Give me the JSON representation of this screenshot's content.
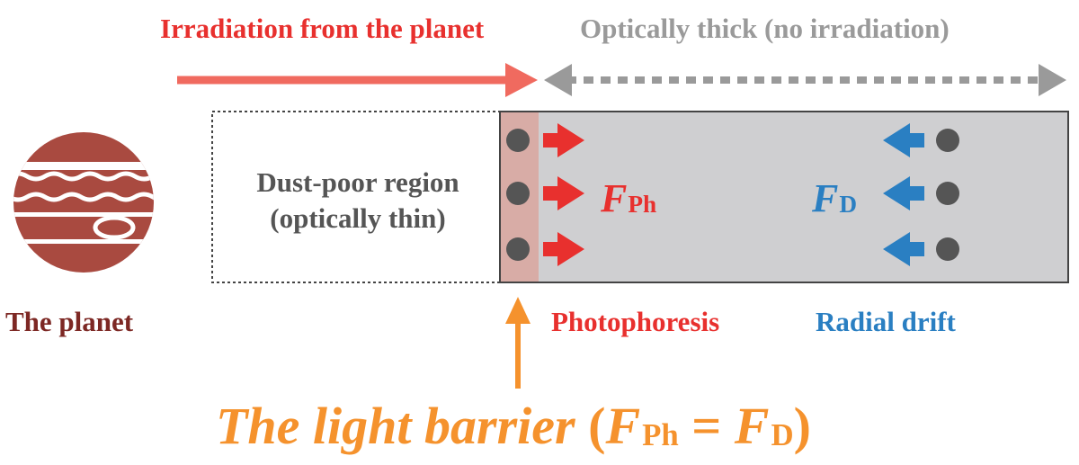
{
  "labels": {
    "irradiation": "Irradiation from the planet",
    "optically_thick": "Optically thick (no irradiation)",
    "dust_poor_line1": "Dust-poor region",
    "dust_poor_line2": "(optically thin)",
    "planet": "The planet",
    "photophoresis": "Photophoresis",
    "radial_drift": "Radial drift"
  },
  "symbols": {
    "f_ph_main": "F",
    "f_ph_sub": "Ph",
    "f_d_main": "F",
    "f_d_sub": "D"
  },
  "barrier": {
    "text": "The light barrier",
    "open_paren": "(",
    "lhs_main": "F",
    "lhs_sub": "Ph",
    "equals": " = ",
    "rhs_main": "F",
    "rhs_sub": "D",
    "close_paren": ")"
  },
  "colors": {
    "irradiation": "#e8302e",
    "thick": "#9a9a9a",
    "planet": "#a94a40",
    "planet_dark": "#7d2824",
    "drift": "#2a7fc2",
    "barrier": "#f5922d",
    "disk": "#cfcfd1",
    "barrier_strip": "#d8aca6",
    "grain": "#555555"
  }
}
